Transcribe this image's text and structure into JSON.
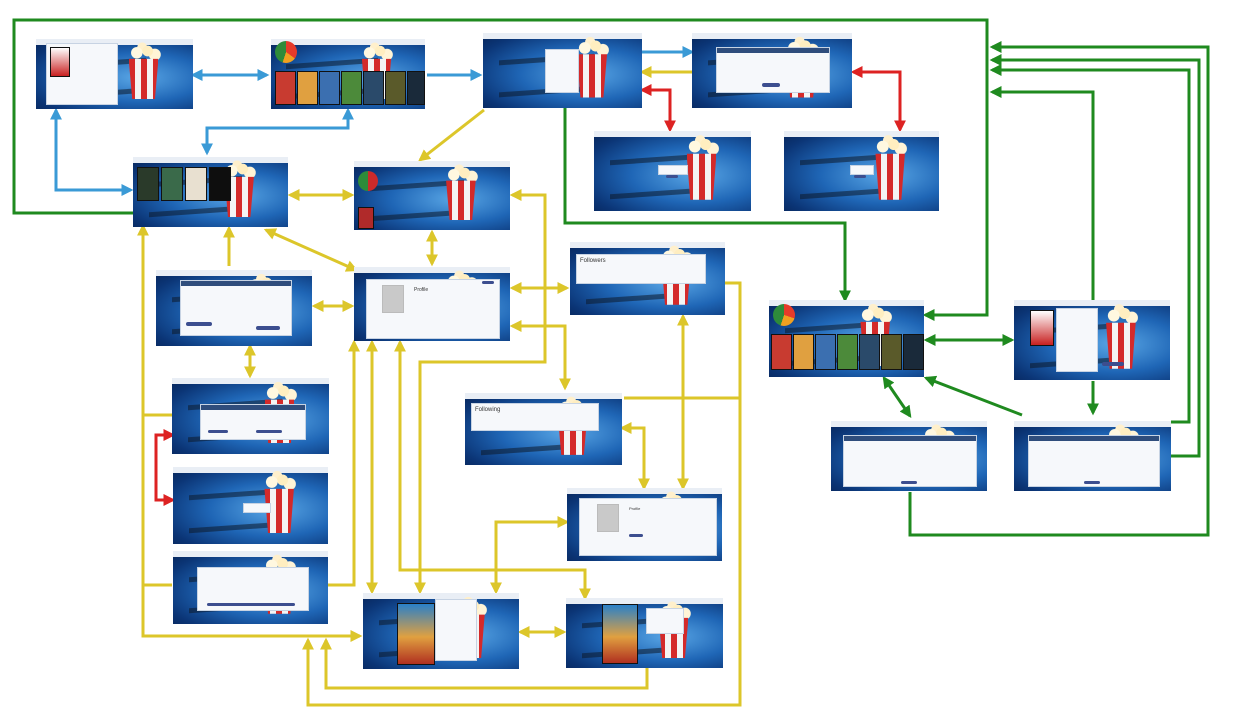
{
  "colors": {
    "blue_flow": "#3a9ad6",
    "yellow_flow": "#dcc62a",
    "green_flow": "#1f8a1f",
    "red_flow": "#dd2222",
    "bg_dark": "#0b3576",
    "card": "#f6f8fb",
    "button": "#3c4e8f"
  },
  "screens": {
    "followers_title": "Followers",
    "following_title": "Following",
    "profile_title": "Profile",
    "profile_title_small": "Profile"
  }
}
